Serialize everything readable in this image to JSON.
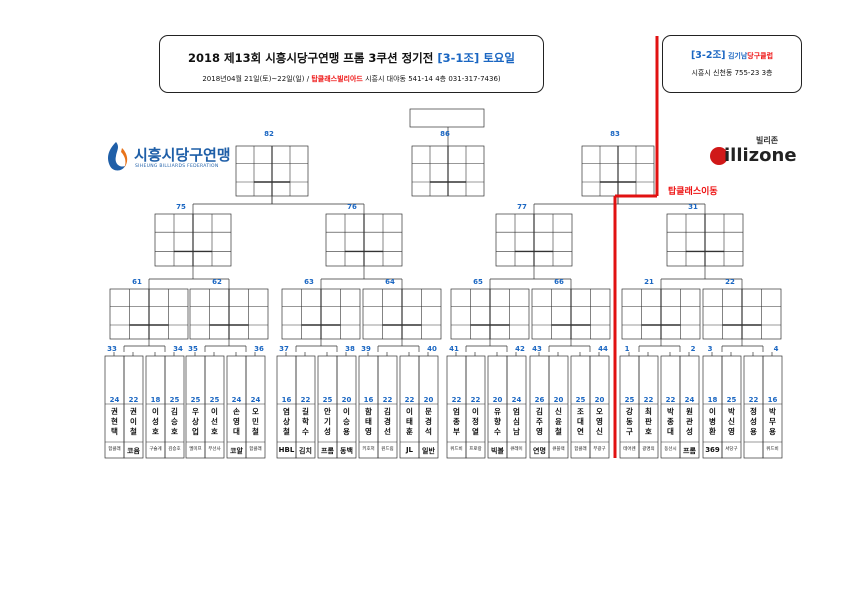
{
  "header": {
    "title_main": "2018 제13회 시흥시당구연맹 프롬 3쿠션 정기전 ",
    "title_group": "[3-1조] 토요일",
    "subtitle_date": "2018년04월 21일(토)~22일(일)  /  ",
    "subtitle_venue": "탑클래스빌리아드",
    "subtitle_addr": " 시흥시 대야동 541-14 4층 031-317-7436)"
  },
  "right_box": {
    "group": "[3-2조]",
    "venue_a": " 김기남",
    "venue_b": "당구클럽",
    "address": "시흥시 신천동 755-23 3층"
  },
  "logos": {
    "left_name": "시흥시당구연맹",
    "left_sub": "SIHEUNG BILLIARDS FEDERATION",
    "right_top": "빌리존",
    "right_name": "illizone"
  },
  "move_label": "탑클래스이동",
  "colors": {
    "accent": "#1a66c2",
    "red": "#e11111"
  },
  "match_numbers": {
    "top": [
      "82",
      "86",
      "83"
    ],
    "r2": [
      "75",
      "76",
      "77",
      "31"
    ],
    "r3": [
      "61",
      "62",
      "63",
      "64",
      "65",
      "66",
      "21",
      "22"
    ],
    "r4": [
      "33",
      "34",
      "35",
      "36",
      "37",
      "38",
      "39",
      "40",
      "41",
      "42",
      "43",
      "44",
      "1",
      "2",
      "3",
      "4"
    ]
  },
  "players": [
    {
      "score": "24",
      "name": "권 현 택",
      "club": "함클래"
    },
    {
      "score": "22",
      "name": "권 이 철",
      "club": "코윰"
    },
    {
      "score": "18",
      "name": "이 성 호",
      "club": "구슬게"
    },
    {
      "score": "25",
      "name": "김 승 호",
      "club": "김승호"
    },
    {
      "score": "25",
      "name": "우 상 업",
      "club": "엘미프"
    },
    {
      "score": "25",
      "name": "이 선 호",
      "club": "무선사"
    },
    {
      "score": "24",
      "name": "손 영 대",
      "club": "코알"
    },
    {
      "score": "24",
      "name": "오 민 철",
      "club": "함클래"
    },
    {
      "score": "16",
      "name": "염 상 철",
      "club": "HBL"
    },
    {
      "score": "22",
      "name": "길 학 수",
      "club": "김치"
    },
    {
      "score": "25",
      "name": "안 기 성",
      "club": "프롬"
    },
    {
      "score": "20",
      "name": "이 승 용",
      "club": "동백"
    },
    {
      "score": "16",
      "name": "함 태 영",
      "club": "키호저"
    },
    {
      "score": "22",
      "name": "김 경 선",
      "club": "원드림"
    },
    {
      "score": "22",
      "name": "이 태 훈",
      "club": "JL"
    },
    {
      "score": "20",
      "name": "문 경 석",
      "club": "일반"
    },
    {
      "score": "22",
      "name": "엄 종 부",
      "club": "위드비"
    },
    {
      "score": "22",
      "name": "이 정 열",
      "club": "프로랑"
    },
    {
      "score": "20",
      "name": "유 향 수",
      "club": "빅볼"
    },
    {
      "score": "24",
      "name": "엄 심 남",
      "club": "큐레이"
    },
    {
      "score": "26",
      "name": "김 주 영",
      "club": "연명"
    },
    {
      "score": "20",
      "name": "신 윤 철",
      "club": "큐블랙"
    },
    {
      "score": "25",
      "name": "조 대 연",
      "club": "함클래"
    },
    {
      "score": "20",
      "name": "오 영 신",
      "club": "부광구"
    },
    {
      "score": "25",
      "name": "강 동 구",
      "club": "테어렌"
    },
    {
      "score": "22",
      "name": "최 판 호",
      "club": "광명의"
    },
    {
      "score": "22",
      "name": "박 종 대",
      "club": "동선시"
    },
    {
      "score": "24",
      "name": "원 관 성",
      "club": "프롬"
    },
    {
      "score": "18",
      "name": "이 병 환",
      "club": "369"
    },
    {
      "score": "25",
      "name": "박 신 영",
      "club": "서당구"
    },
    {
      "score": "22",
      "name": "정 성 용",
      "club": ""
    },
    {
      "score": "16",
      "name": "박 무 용",
      "club": "위드비"
    }
  ]
}
